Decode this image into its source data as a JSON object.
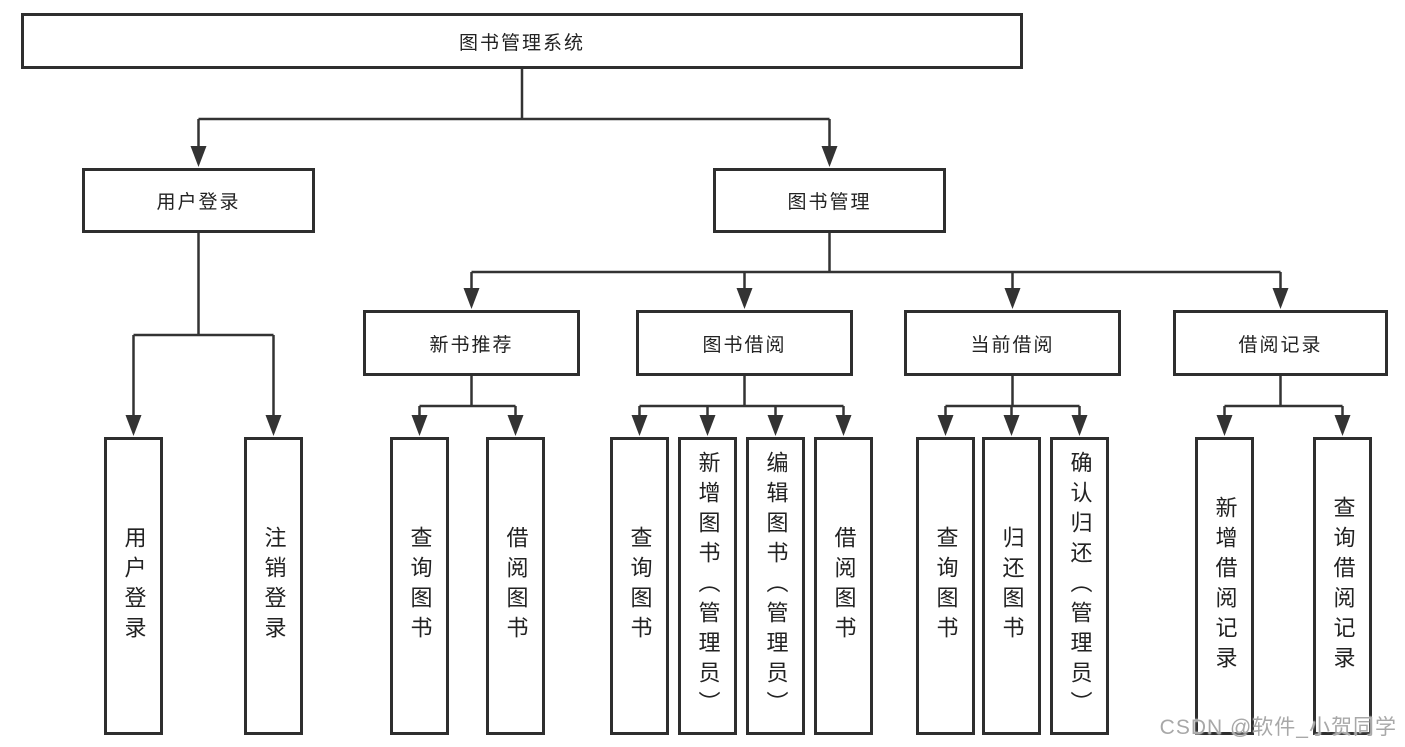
{
  "diagram": {
    "root": {
      "label": "图书管理系统"
    },
    "level2": [
      {
        "label": "用户登录"
      },
      {
        "label": "图书管理"
      }
    ],
    "level3": [
      {
        "label": "新书推荐",
        "parent": "图书管理"
      },
      {
        "label": "图书借阅",
        "parent": "图书管理"
      },
      {
        "label": "当前借阅",
        "parent": "图书管理"
      },
      {
        "label": "借阅记录",
        "parent": "图书管理"
      }
    ],
    "leaves": [
      {
        "label": "用户登录",
        "parent": "用户登录"
      },
      {
        "label": "注销登录",
        "parent": "用户登录"
      },
      {
        "label": "查询图书",
        "parent": "新书推荐"
      },
      {
        "label": "借阅图书",
        "parent": "新书推荐"
      },
      {
        "label": "查询图书",
        "parent": "图书借阅"
      },
      {
        "label": "新增图书（管理员）",
        "parent": "图书借阅"
      },
      {
        "label": "编辑图书（管理员）",
        "parent": "图书借阅"
      },
      {
        "label": "借阅图书",
        "parent": "图书借阅"
      },
      {
        "label": "查询图书",
        "parent": "当前借阅"
      },
      {
        "label": "归还图书",
        "parent": "当前借阅"
      },
      {
        "label": "确认归还（管理员）",
        "parent": "当前借阅"
      },
      {
        "label": "新增借阅记录",
        "parent": "借阅记录"
      },
      {
        "label": "查询借阅记录",
        "parent": "借阅记录"
      }
    ],
    "watermark": "CSDN @软件_小贺同学",
    "colors": {
      "line": "#333333",
      "border": "#2e2e2e",
      "text": "#222222",
      "watermark": "#a8a8a8",
      "background": "#ffffff"
    }
  }
}
